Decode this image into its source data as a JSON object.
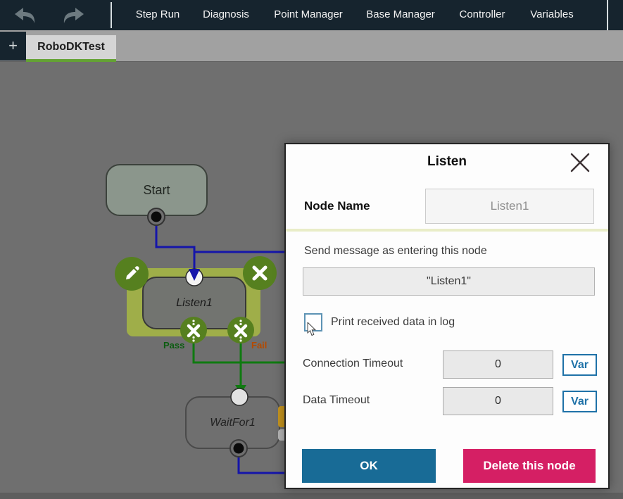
{
  "navbar": {
    "menu_items": [
      "Step Run",
      "Diagnosis",
      "Point Manager",
      "Base Manager",
      "Controller",
      "Variables"
    ]
  },
  "tabbar": {
    "add_tab": "+",
    "active_tab": "RoboDKTest"
  },
  "canvas": {
    "nodes": {
      "start": "Start",
      "listen": "Listen1",
      "waitfor": "WaitFor1"
    },
    "listen_outputs": {
      "pass": "Pass",
      "fail": "Fail"
    }
  },
  "dialog": {
    "title": "Listen",
    "node_name": {
      "label": "Node Name",
      "value": "Listen1"
    },
    "send_message": {
      "label": "Send message as entering this node",
      "value": "\"Listen1\""
    },
    "print_log": {
      "label": "Print received data in log",
      "checked": false
    },
    "connection_timeout": {
      "label": "Connection Timeout",
      "value": "0",
      "var_label": "Var"
    },
    "data_timeout": {
      "label": "Data Timeout",
      "value": "0",
      "var_label": "Var"
    },
    "ok_button": "OK",
    "delete_button": "Delete this node"
  },
  "colors": {
    "navbar_bg": "#16242e",
    "tab_underline": "#64a234",
    "selection_green": "#9fae49",
    "node_button_green": "#56801f",
    "wire_blue": "#1515aa",
    "wire_green": "#0f7a10",
    "ok_blue": "#186b96",
    "delete_pink": "#d51f64",
    "var_blue": "#1f72a8"
  }
}
